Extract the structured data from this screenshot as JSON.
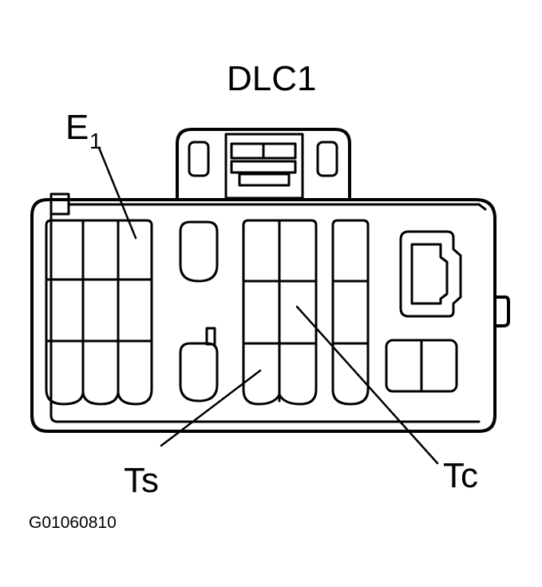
{
  "diagram": {
    "title": "DLC1",
    "labels": {
      "e1_main": "E",
      "e1_sub": "1",
      "ts": "Ts",
      "tc": "Tc"
    },
    "figure_code": "G01060810"
  }
}
